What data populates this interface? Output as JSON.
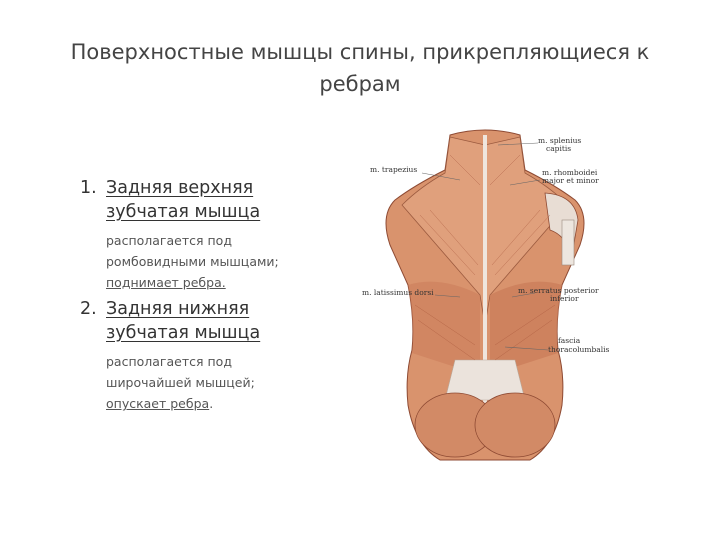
{
  "slide": {
    "title_line1": "Поверхностные мышцы спины, прикрепляющиеся к",
    "title_line2": "ребрам"
  },
  "items": [
    {
      "number": "1.",
      "heading_line1": "Задняя верхняя",
      "heading_line2": "зубчатая мышца",
      "desc_plain": "располагается под ромбовидными мышцами; ",
      "desc_underlined": "поднимает ребра."
    },
    {
      "number": "2.",
      "heading_line1": "Задняя нижняя",
      "heading_line2": "зубчатая мышца",
      "desc_plain": "располагается под широчайшей мышцей; ",
      "desc_underlined": "опускает ребра",
      "desc_end": "."
    }
  ],
  "figure_labels": {
    "splenius_1": "m. splenius",
    "splenius_2": "capitis",
    "trapezius": "m. trapezius",
    "rhomboidei_1": "m. rhomboidei",
    "rhomboidei_2": "major et minor",
    "latissimus": "m. latissimus dorsi",
    "serratus_1": "m. serratus posterior",
    "serratus_2": "inferior",
    "fascia_1": "fascia",
    "fascia_2": "thoracolumbalis"
  },
  "colors": {
    "muscle": "#d9936d",
    "muscle_dark": "#b8654a",
    "tendon": "#e8e2dc",
    "text": "#404040"
  }
}
